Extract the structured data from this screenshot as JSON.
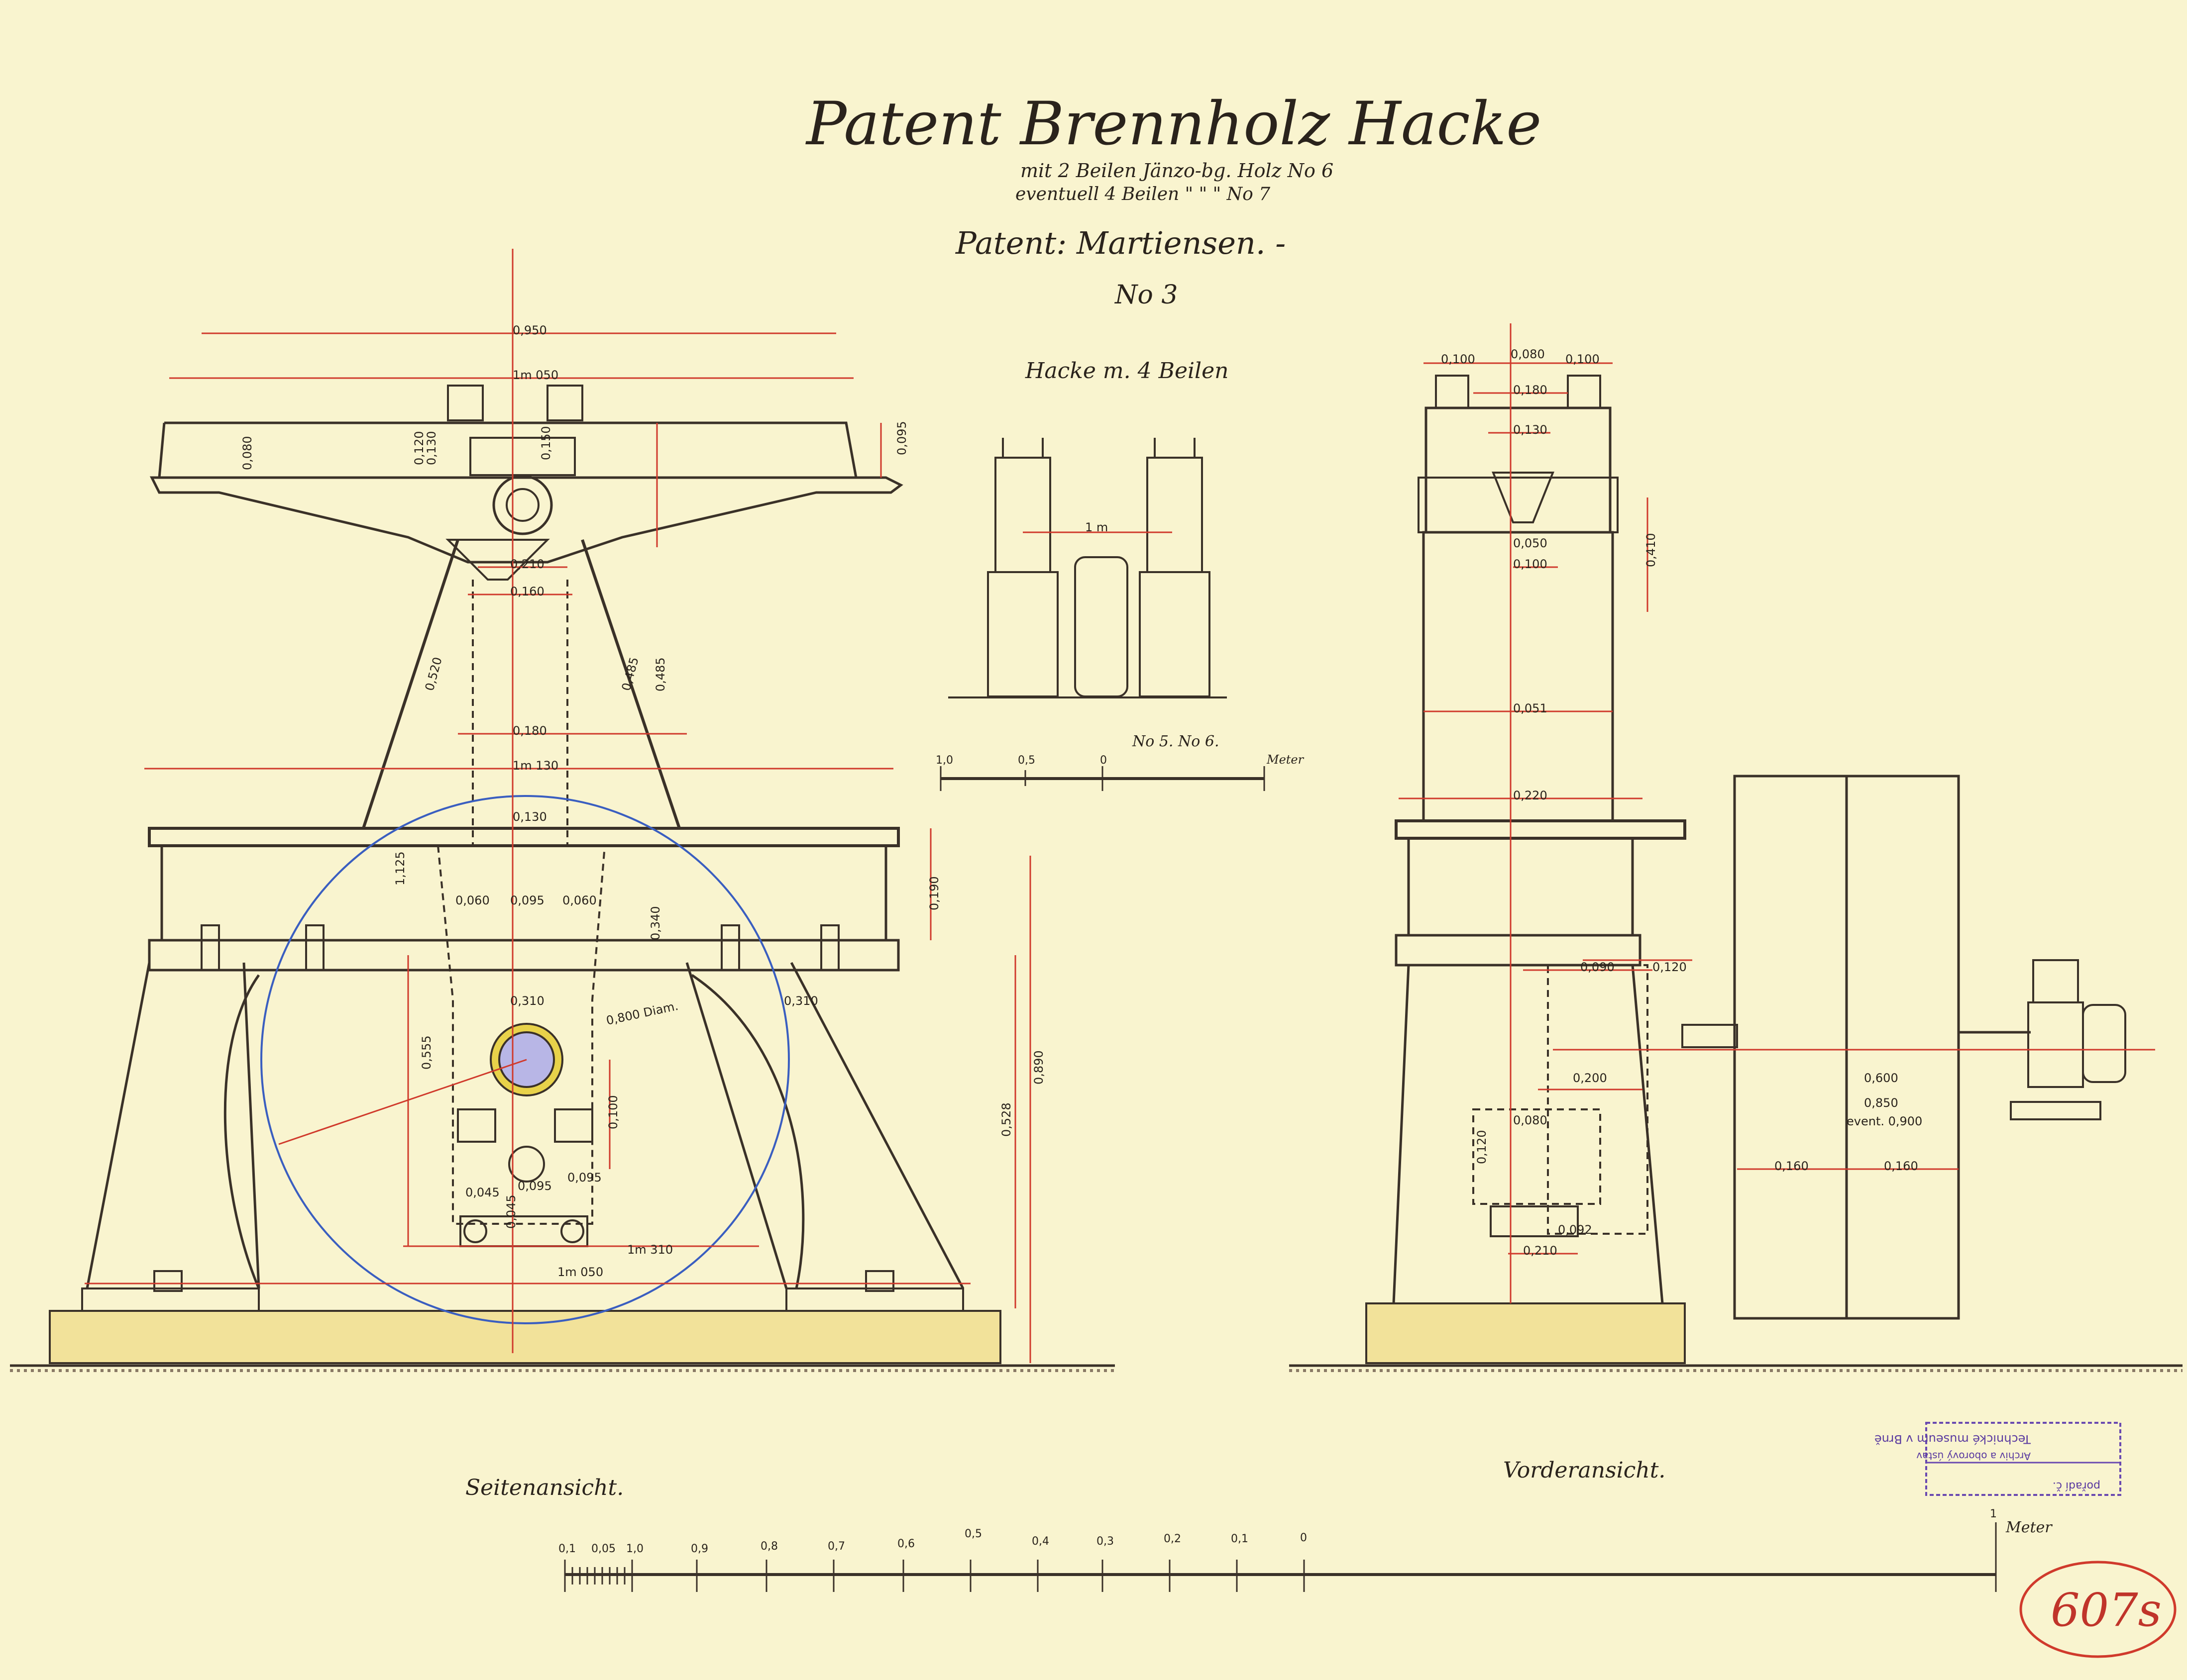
{
  "title": {
    "main": "Patent Brennholz Hacke",
    "sub1": "mit 2 Beilen Jänzo-bg. Holz No 6",
    "sub2": "eventuell 4 Beilen \" \" \" No 7",
    "patent": "Patent: Martiensen. -",
    "no": "No 3"
  },
  "inset": {
    "title": "Hacke m. 4 Beilen",
    "dim_1m": "1 m",
    "scale_label": "No 5. No 6.",
    "scale_ticks": [
      "1,0",
      "0,5",
      "0"
    ],
    "scale_unit": "Meter"
  },
  "views": {
    "side": "Seitenansicht.",
    "front": "Vorderansicht."
  },
  "side_dims": {
    "d1": "0,950",
    "d2": "1m 050",
    "d3": "0,120",
    "d4": "0,130",
    "d5": "0,150",
    "d6": "0,080",
    "d7": "0,095",
    "d8": "0,210",
    "d9": "0,160",
    "d10": "0,520",
    "d11": "0,485",
    "d12": "0,485",
    "d13": "0,180",
    "d14": "1m 130",
    "d15": "0,130",
    "d16": "1,125",
    "d17": "0,190",
    "d18": "0,060",
    "d19": "0,095",
    "d20": "0,060",
    "d21": "0,340",
    "d22": "0,310",
    "d23": "0,800 Diam.",
    "d24": "0,310",
    "d25": "0,555",
    "d26": "0,100",
    "d27": "0,528",
    "d28": "0,890",
    "d29": "0,095",
    "d30": "0,095",
    "d31": "0,045",
    "d32": "0,045",
    "d33": "1m 310",
    "d34": "1m 050"
  },
  "front_dims": {
    "f1": "0,100",
    "f2": "0,080",
    "f3": "0,100",
    "f4": "0,180",
    "f5": "0,130",
    "f6": "0,410",
    "f7": "0,050",
    "f8": "0,100",
    "f9": "0,051",
    "f10": "0,220",
    "f11": "0,090",
    "f12": "0,120",
    "f13": "0,200",
    "f14": "0,080",
    "f15": "0,120",
    "f16": "0,092",
    "f17": "0,210",
    "f18": "0,600",
    "f19": "0,850",
    "f20": "event. 0,900",
    "f21": "0,160",
    "f22": "0,160"
  },
  "main_scale": {
    "ticks": [
      "0,1",
      "0,05",
      "1,0",
      "0,9",
      "0,8",
      "0,7",
      "0,6",
      "0,5",
      "0,4",
      "0,3",
      "0,2",
      "0,1",
      "0",
      "1"
    ],
    "unit": "Meter"
  },
  "stamp": {
    "line1": "Technické museum v Brně",
    "line2": "Archiv a oborový ústav",
    "line3": "pořadí č."
  },
  "catalog": "607s"
}
